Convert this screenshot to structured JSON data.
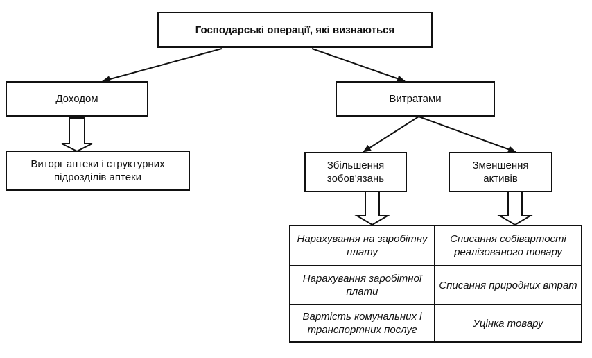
{
  "top": {
    "label": "Господарські операції, які визнаються"
  },
  "income": {
    "label": "Доходом",
    "result": "Виторг аптеки і структурних підрозділів аптеки"
  },
  "expenses": {
    "label": "Витратами"
  },
  "liabilities": {
    "label": "Збільшення зобов'язань"
  },
  "assets": {
    "label": "Зменшення активів"
  },
  "table": {
    "left": [
      "Нарахування на заробітну плату",
      "Нарахування заробітної плати",
      "Вартість комунальних і транспортних послуг"
    ],
    "right": [
      "Списання собівартості реалізованого товару",
      "Списання природних втрат",
      "Уцінка товару"
    ]
  }
}
